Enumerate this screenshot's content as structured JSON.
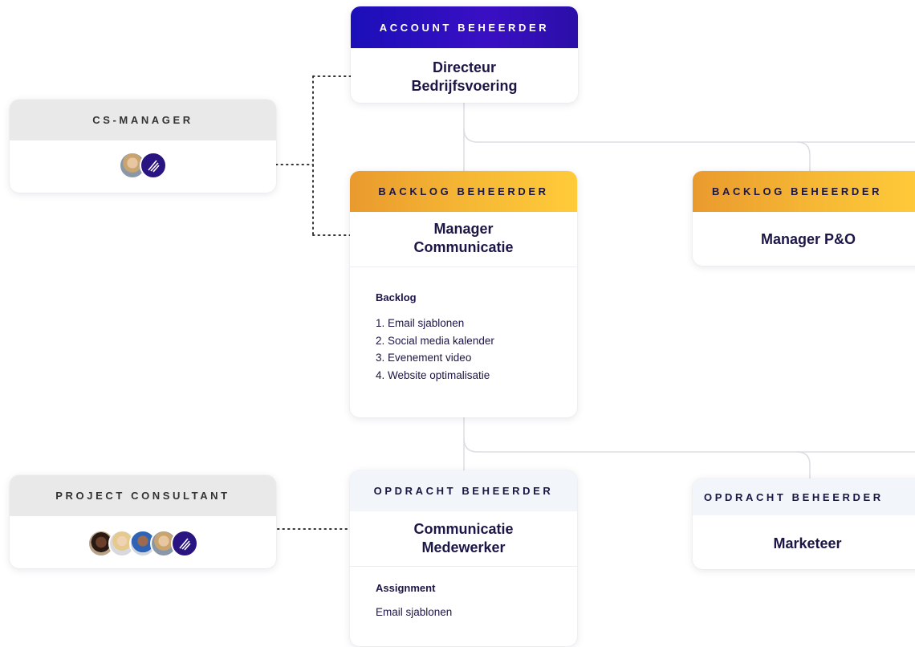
{
  "nodes": {
    "account_manager": {
      "role": "ACCOUNT BEHEERDER",
      "title_lines": [
        "Directeur",
        "Bedrijfsvoering"
      ]
    },
    "cs_manager": {
      "role": "CS-MANAGER",
      "avatars": [
        "person-avatar",
        "company-logo-avatar"
      ]
    },
    "backlog_manager_communication": {
      "role": "BACKLOG BEHEERDER",
      "title_lines": [
        "Manager",
        "Communicatie"
      ],
      "section_heading": "Backlog",
      "items": [
        "1. Email sjablonen",
        "2. Social media kalender",
        "3. Evenement video",
        "4. Website optimalisatie"
      ]
    },
    "backlog_manager_po": {
      "role": "BACKLOG BEHEERDER",
      "title_lines": [
        "Manager P&O"
      ]
    },
    "project_consultant": {
      "role": "PROJECT CONSULTANT",
      "avatars": [
        "person-avatar",
        "person-avatar",
        "person-avatar",
        "person-avatar",
        "company-logo-avatar"
      ]
    },
    "assignment_communication": {
      "role": "OPDRACHT BEHEERDER",
      "title_lines": [
        "Communicatie",
        "Medewerker"
      ],
      "section_heading": "Assignment",
      "items": [
        "Email sjablonen"
      ]
    },
    "assignment_marketeer": {
      "role": "OPDRACHT BEHEERDER",
      "title_lines": [
        "Marketeer"
      ]
    }
  },
  "colors": {
    "accent_purple": "#2a0fbe",
    "accent_gold": "#f6b935",
    "header_gray": "#e9e9ea",
    "header_light": "#f2f5f9",
    "text_dark": "#1c1646",
    "connector": "#dcdde3"
  }
}
